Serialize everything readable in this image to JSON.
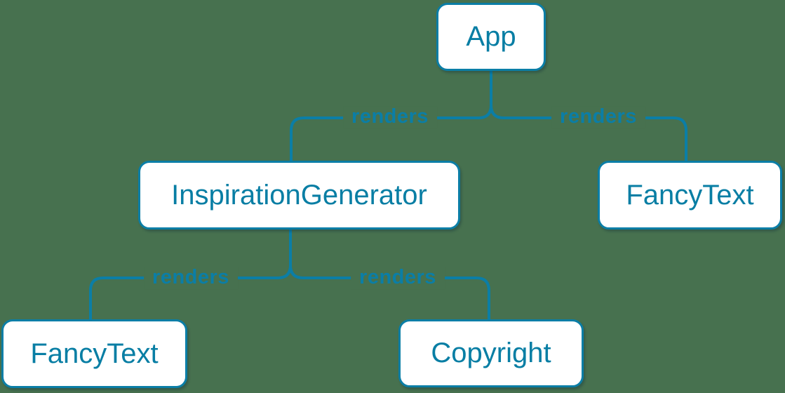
{
  "diagram": {
    "description": "React component render tree",
    "background_color": "#47714f",
    "accent_color": "#0b7ea6",
    "node_text_color": "#087ea4",
    "node_fill_color": "#ffffff",
    "nodes": [
      {
        "id": "app",
        "label": "App"
      },
      {
        "id": "inspiration-generator",
        "label": "InspirationGenerator"
      },
      {
        "id": "fancy-text-top",
        "label": "FancyText"
      },
      {
        "id": "fancy-text-bottom",
        "label": "FancyText"
      },
      {
        "id": "copyright",
        "label": "Copyright"
      }
    ],
    "edges": [
      {
        "from": "App",
        "to": "InspirationGenerator",
        "label": "renders"
      },
      {
        "from": "App",
        "to": "FancyText",
        "label": "renders"
      },
      {
        "from": "InspirationGenerator",
        "to": "FancyText",
        "label": "renders"
      },
      {
        "from": "InspirationGenerator",
        "to": "Copyright",
        "label": "renders"
      }
    ]
  }
}
